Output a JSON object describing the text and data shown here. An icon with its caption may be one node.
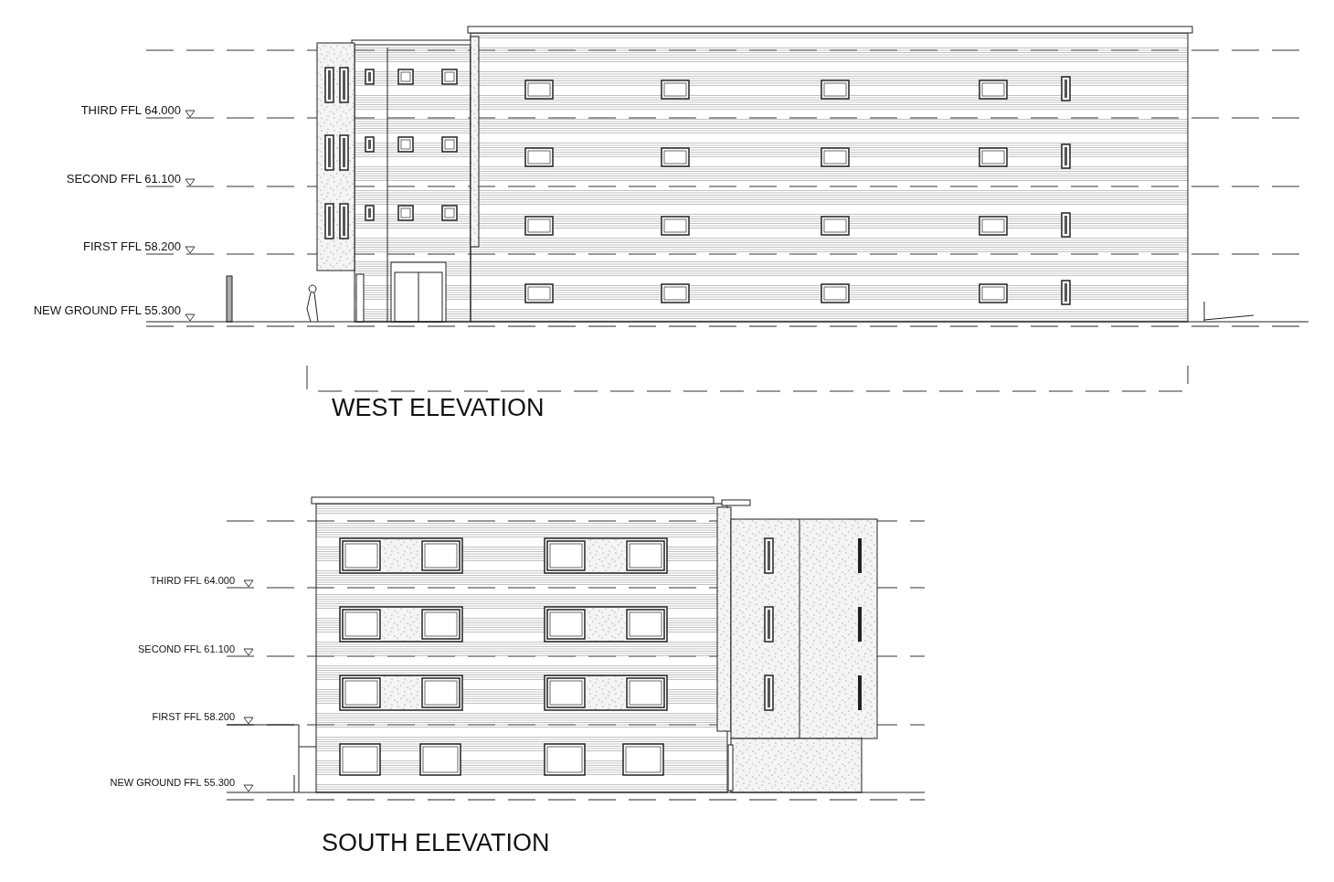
{
  "diagram": {
    "labels": [
      "THIRD FFL 64.000",
      "SECOND FFL 61.100",
      "FIRST FFL 58.200",
      "NEW GROUND FFL 55.300",
      "WEST ELEVATION",
      "THIRD FFL 64.000",
      "SECOND FFL 61.100",
      "FIRST FFL 58.200",
      "NEW GROUND FFL 55.300",
      "SOUTH ELEVATION"
    ]
  }
}
